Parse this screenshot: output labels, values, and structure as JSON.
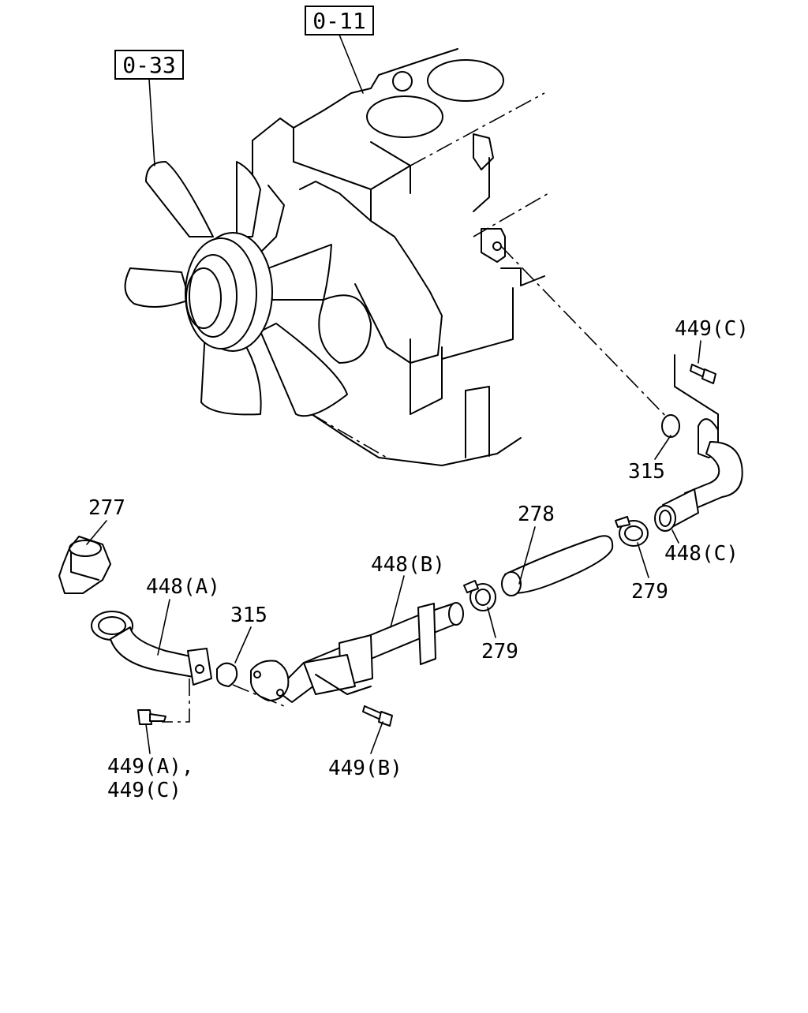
{
  "refs": {
    "engine_block": "0-11",
    "fan": "0-33"
  },
  "parts": {
    "p449c_top": "449(C)",
    "p315_right": "315",
    "p448c": "448(C)",
    "p278": "278",
    "p279_right": "279",
    "p448b": "448(B)",
    "p279_mid": "279",
    "p277": "277",
    "p448a": "448(A)",
    "p315_left": "315",
    "p449b": "449(B)",
    "p449a": "449(A),",
    "p449c_bottom": "449(C)"
  }
}
